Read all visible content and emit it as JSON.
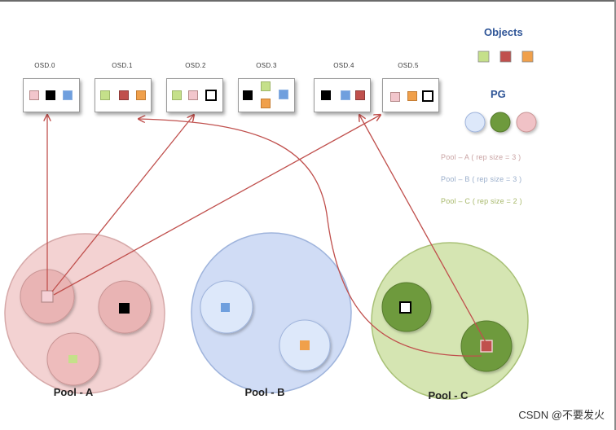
{
  "osds": [
    {
      "label": "OSD.0",
      "objects": [
        "pink",
        "black",
        "blue"
      ]
    },
    {
      "label": "OSD.1",
      "objects": [
        "green",
        "red",
        "orange"
      ]
    },
    {
      "label": "OSD.2",
      "objects": [
        "green",
        "pink",
        "white"
      ]
    },
    {
      "label": "OSD.3",
      "objects": [
        "black",
        "green",
        "orange",
        "blue"
      ]
    },
    {
      "label": "OSD.4",
      "objects": [
        "black",
        "blue",
        "red"
      ]
    },
    {
      "label": "OSD.5",
      "objects": [
        "pink",
        "orange",
        "white"
      ]
    }
  ],
  "legend": {
    "objects_title": "Objects",
    "pg_title": "PG",
    "pools": [
      {
        "text": "Pool – A ( rep size = 3 )",
        "color": "#c9a3a3"
      },
      {
        "text": "Pool – B ( rep size = 3 )",
        "color": "#9aaecb"
      },
      {
        "text": "Pool – C ( rep size = 2 )",
        "color": "#a7b86a"
      }
    ]
  },
  "pools": [
    {
      "label": "Pool - A"
    },
    {
      "label": "Pool - B"
    },
    {
      "label": "Pool - C"
    }
  ],
  "colors": {
    "pink": "#f2c6cc",
    "black": "#000000",
    "blue": "#6f9fde",
    "green": "#c5e08a",
    "red": "#c0504d",
    "orange": "#f0a04b",
    "white": "#ffffff",
    "arrow": "#c0504d",
    "poolA": "#f2d0d0",
    "poolB": "#cfdcf5",
    "poolC": "#d4e4b0",
    "pgA": "#e8b6b6",
    "pgB": "#cfe0f7",
    "pgC": "#6e9a3c"
  },
  "watermark": "CSDN @不要发火"
}
